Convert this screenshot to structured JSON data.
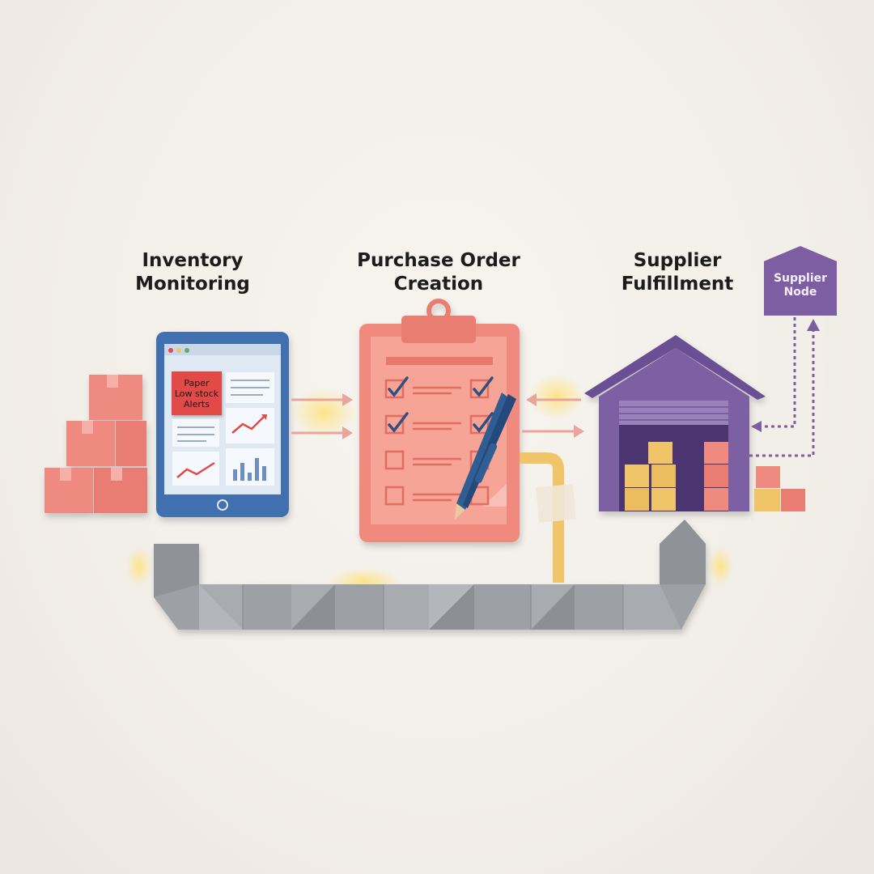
{
  "stages": [
    {
      "id": "inventory-monitoring",
      "title_lines": [
        "Inventory",
        "Monitoring"
      ]
    },
    {
      "id": "purchase-order-creation",
      "title_lines": [
        "Purchase Order",
        "Creation"
      ]
    },
    {
      "id": "supplier-fulfillment",
      "title_lines": [
        "Supplier",
        "Fulfillment"
      ]
    }
  ],
  "tablet": {
    "alert_lines": [
      "Paper",
      "Low stock",
      "Alerts"
    ]
  },
  "supplier_node": {
    "label_lines": [
      "Supplier",
      "Node"
    ]
  },
  "clipboard": {
    "checklist": [
      {
        "left_checked": true,
        "right_checked": true
      },
      {
        "left_checked": true,
        "right_checked": true
      },
      {
        "left_checked": false,
        "right_checked": false
      },
      {
        "left_checked": false,
        "right_checked": false
      }
    ]
  },
  "colors": {
    "coral": "#f08a7e",
    "coral_dark": "#e6766a",
    "tablet_blue": "#3f6fae",
    "warehouse_purple": "#7d5ea3",
    "box_yellow": "#f0c56a",
    "conveyor_gray": "#9da0a4",
    "alert_red": "#e24a48",
    "pen_blue": "#2f5d94"
  }
}
